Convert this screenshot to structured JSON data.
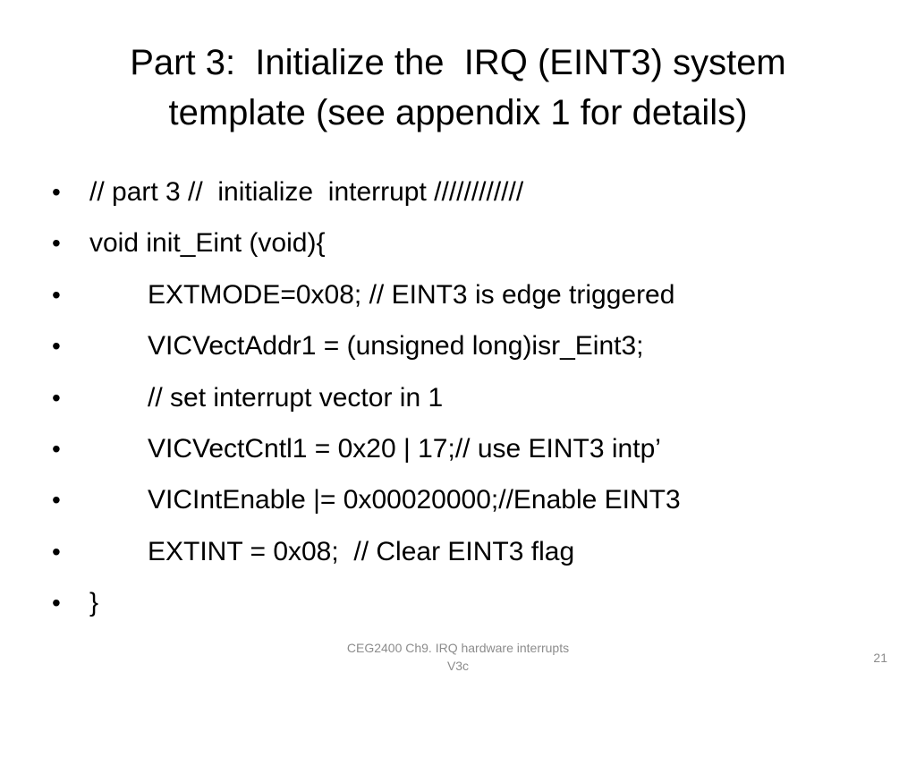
{
  "slide": {
    "title_lines": [
      "Part 3:  Initialize the  IRQ (EINT3) system",
      "template (see appendix 1 for details)"
    ],
    "bullet_glyph": "•",
    "bullets": [
      "// part 3 //  initialize  interrupt ////////////",
      "void init_Eint (void){",
      "EXTMODE=0x08; // EINT3 is edge triggered",
      "VICVectAddr1 = (unsigned long)isr_Eint3;",
      "// set interrupt vector in 1",
      "VICVectCntl1 = 0x20 | 17;// use EINT3 intp’",
      "VICIntEnable |= 0x00020000;//Enable EINT3",
      "EXTINT = 0x08;  // Clear EINT3 flag",
      "}"
    ],
    "footer_lines": [
      "CEG2400 Ch9. IRQ hardware interrupts",
      "V3c"
    ],
    "page_number": "21",
    "colors": {
      "background": "#ffffff",
      "text": "#000000",
      "footer_text": "#8c8c8c"
    }
  }
}
